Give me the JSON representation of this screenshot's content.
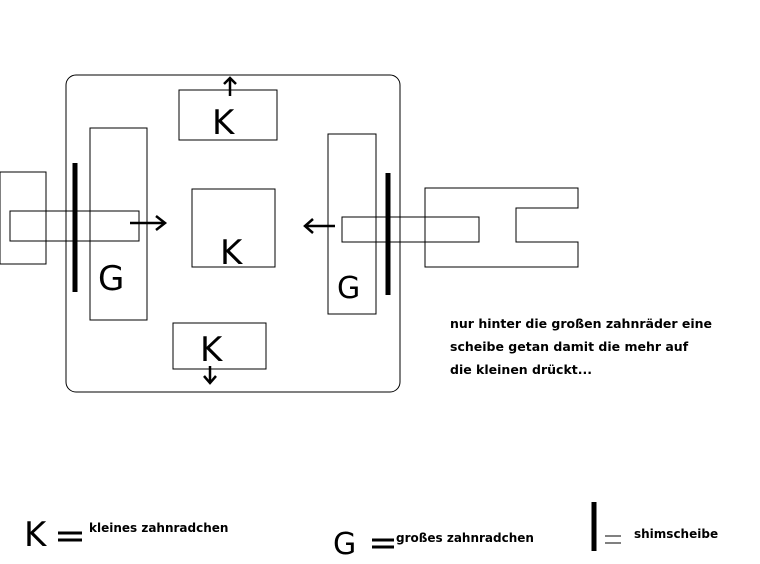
{
  "diagram": {
    "gear_small_letter": "K",
    "gear_large_letter": "G",
    "note_lines": [
      "nur hinter die großen zahnräder eine",
      "scheibe getan damit die mehr auf",
      "die kleinen drückt..."
    ]
  },
  "legend": {
    "small_gear": {
      "symbol": "K",
      "label": "kleines zahnradchen"
    },
    "large_gear": {
      "symbol": "G",
      "label": "großes zahnradchen"
    },
    "shim": {
      "label": "shimscheibe"
    }
  }
}
